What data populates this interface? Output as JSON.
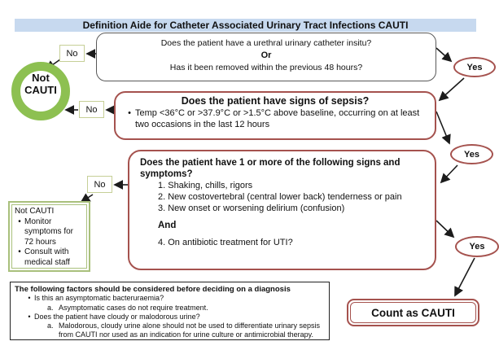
{
  "title": "Definition Aide for Catheter Associated Urinary Tract Infections CAUTI",
  "colors": {
    "title_bg": "#c7d9ef",
    "maroon_border": "#a5524e",
    "olive_border": "#c6cf97",
    "green_ring": "#8dc051"
  },
  "labels": {
    "yes": "Yes",
    "no": "No"
  },
  "q1": {
    "line1": "Does the patient have a urethral urinary catheter insitu?",
    "or": "Or",
    "line2": "Has it been removed within the previous 48 hours?"
  },
  "q2": {
    "title": "Does the patient have signs of sepsis?",
    "bullet": "Temp <36°C or >37.9°C or >1.5°C above baseline, occurring on at least two occasions in the last 12 hours"
  },
  "q3": {
    "title": "Does the patient have 1 or more of the following signs and symptoms?",
    "items": [
      "1. Shaking, chills, rigors",
      "2. New costovertebral (central lower back) tenderness or pain",
      "3. New onset or worsening delirium (confusion)"
    ],
    "and": "And",
    "item4": "4. On antibiotic treatment for UTI?"
  },
  "not_cauti_circle": {
    "label": "Not CAUTI"
  },
  "not_cauti_box": {
    "title": "Not CAUTI",
    "bullets": [
      "Monitor symptoms for 72 hours",
      "Consult with medical staff"
    ]
  },
  "count_box": {
    "label": "Count as CAUTI"
  },
  "factors": {
    "title": "The following factors should be considered before deciding on a diagnosis",
    "items": [
      {
        "text": "Is this an asymptomatic bacteruraemia?",
        "sub_label": "a.",
        "sub": "Asymptomatic cases do not require treatment."
      },
      {
        "text": "Does the patient have cloudy or malodorous urine?",
        "sub_label": "a.",
        "sub": "Malodorous, cloudy urine alone should not be used to differentiate urinary sepsis from CAUTI nor used as an indication for urine culture or antimicrobial therapy."
      }
    ]
  }
}
